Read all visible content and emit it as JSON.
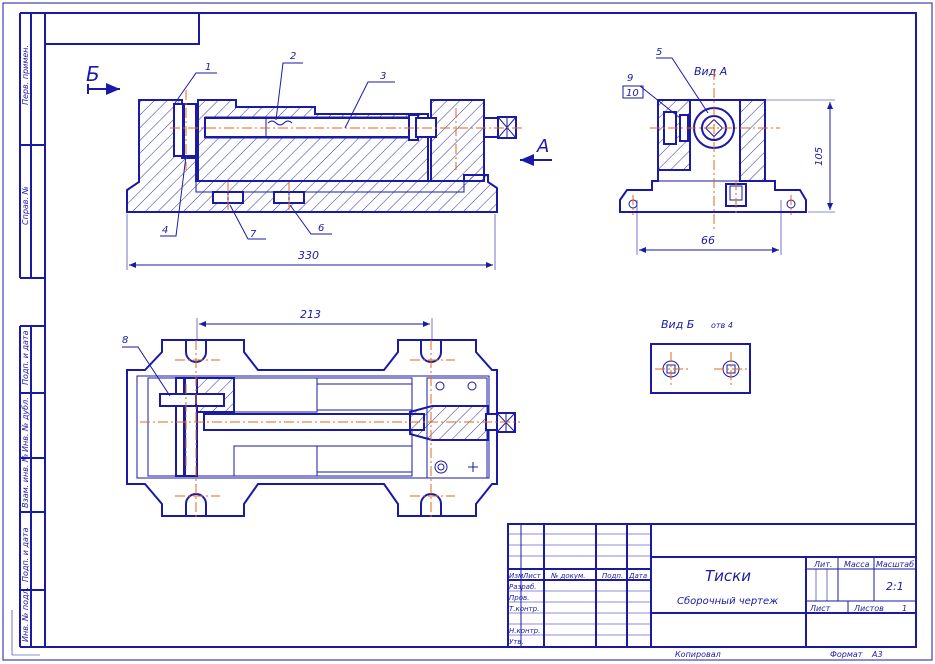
{
  "colors": {
    "line": "#1a1aa6",
    "axis": "#e06a1a",
    "paper": "#ffffff"
  },
  "side_strip": {
    "top": [
      "Перв. примен.",
      "Справ. №"
    ],
    "bottom": [
      "Подп. и дата",
      "Инв. № дубл.",
      "Взам. инв. №",
      "Подп. и дата",
      "Инв. № подл."
    ]
  },
  "views": {
    "front": {
      "section_mark": "Б",
      "leaders": [
        "1",
        "2",
        "3",
        "4",
        "7",
        "6"
      ],
      "dimension": "330"
    },
    "view_a": {
      "title": "Вид А",
      "leaders": [
        "5",
        "9",
        "10"
      ],
      "dim_height": "105",
      "dim_width": "66",
      "arrow_label": "А"
    },
    "top": {
      "leaders": [
        "8"
      ],
      "dimension": "213"
    },
    "view_b": {
      "title": "Вид Б",
      "note": "отв 4"
    }
  },
  "title_block": {
    "name": "Тиски",
    "doc_type": "Сборочный чертеж",
    "scale": "2:1",
    "sheet_total": "1",
    "columns": [
      "Изм",
      "Лист",
      "№ докум.",
      "Подп.",
      "Дата"
    ],
    "roles": [
      "Разраб.",
      "Пров.",
      "Т.контр.",
      "Н.контр.",
      "Утв."
    ],
    "col_labels": {
      "lit": "Лит.",
      "mass": "Масса",
      "scale": "Масштаб",
      "sheet": "Лист",
      "sheets": "Листов"
    },
    "copied": "Копировал",
    "format_label": "Формат",
    "format_value": "А3"
  }
}
